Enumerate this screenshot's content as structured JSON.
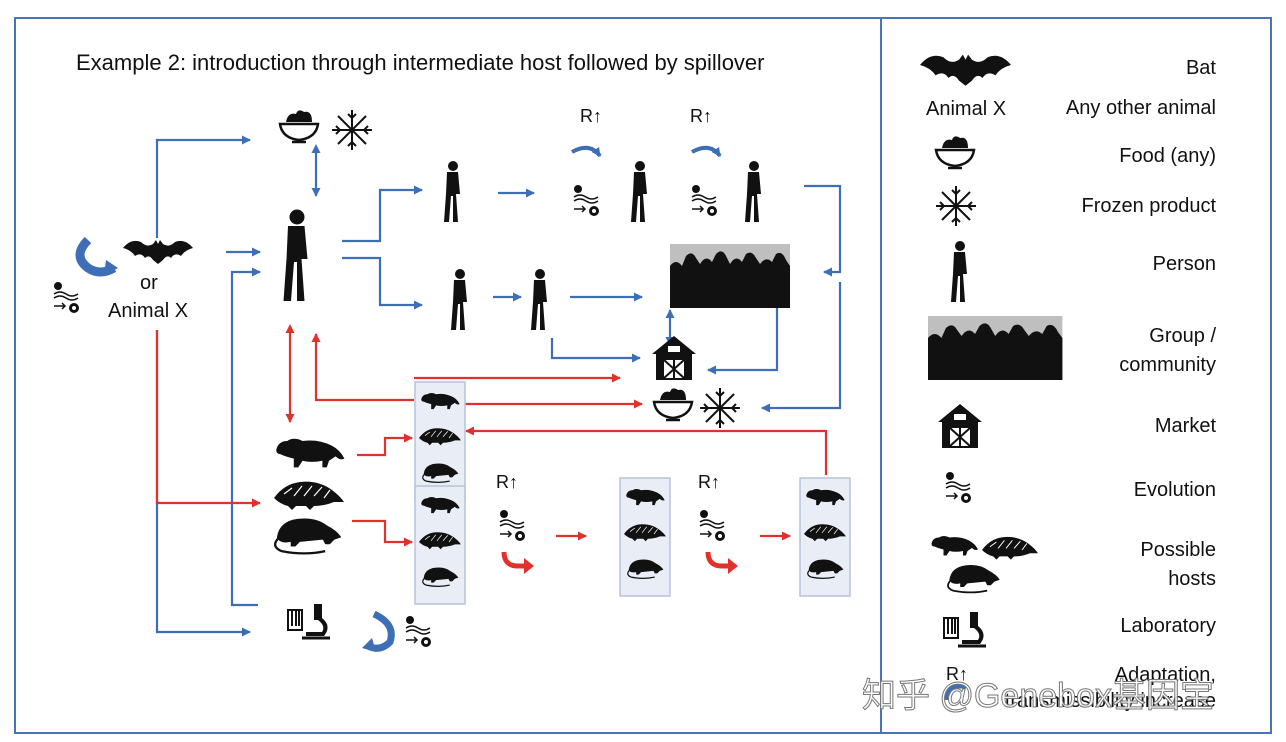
{
  "title": "Example 2: introduction through intermediate host followed by spillover",
  "source_labels": {
    "or": "or",
    "animal_x": "Animal X"
  },
  "r_label": "R↑",
  "colors": {
    "blue": "#3e6fb6",
    "red": "#e0312d",
    "border": "#4a73b8"
  },
  "legend": [
    {
      "label": "Bat",
      "icon": "bat-icon"
    },
    {
      "label": "Any other animal",
      "icon_text": "Animal X"
    },
    {
      "label": "Food (any)",
      "icon": "food-bowl-icon"
    },
    {
      "label": "Frozen product",
      "icon": "snowflake-icon"
    },
    {
      "label": "Person",
      "icon": "person-icon"
    },
    {
      "label": "Group /\ncommunity",
      "icon": "crowd-icon"
    },
    {
      "label": "Market",
      "icon": "market-barn-icon"
    },
    {
      "label": "Evolution",
      "icon": "evolution-icon"
    },
    {
      "label": "Possible\nhosts",
      "icon": "possible-hosts-icon"
    },
    {
      "label": "Laboratory",
      "icon": "laboratory-icon"
    },
    {
      "label": "Adaptation,\ntransmissibility increase",
      "icon": "adaptation-arrow-icon",
      "icon_text": "R↑"
    }
  ],
  "watermark": "知乎 @Genebox基因宝"
}
